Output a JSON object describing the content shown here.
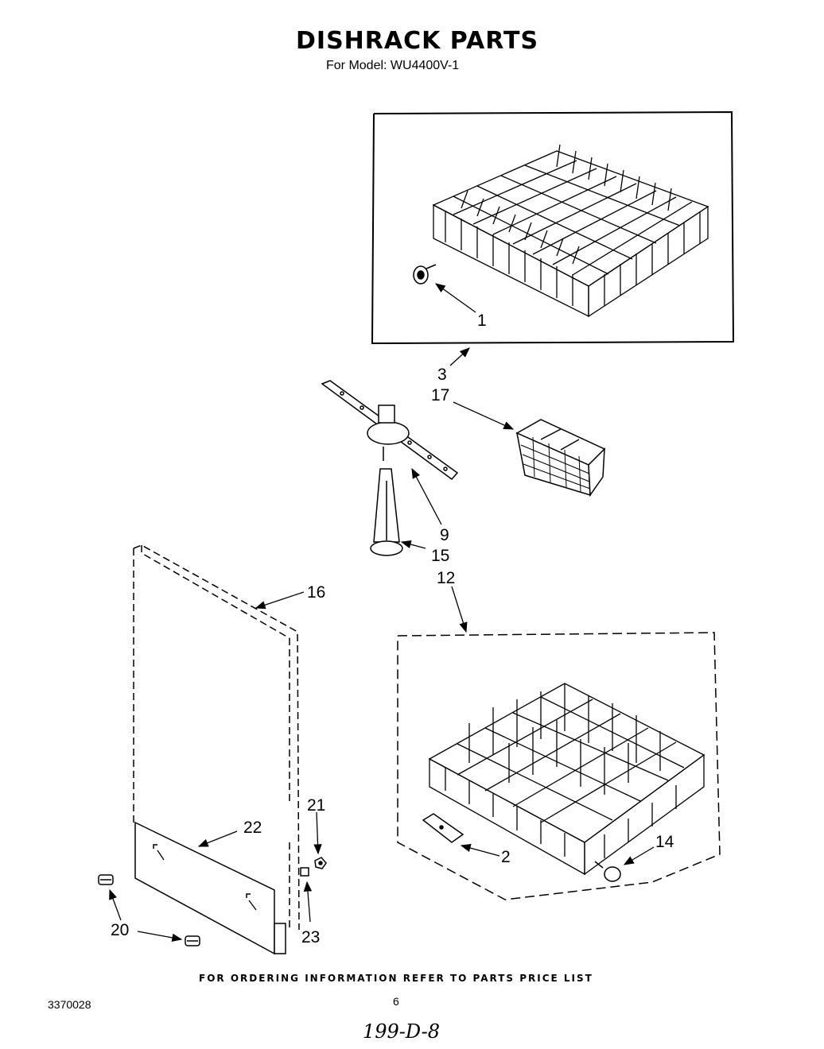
{
  "header": {
    "title": "DISHRACK PARTS",
    "subtitle": "For Model: WU4400V-1"
  },
  "callouts": {
    "c1": "1",
    "c2": "2",
    "c3": "3",
    "c9": "9",
    "c12": "12",
    "c14": "14",
    "c15": "15",
    "c16": "16",
    "c17": "17",
    "c20": "20",
    "c21": "21",
    "c22": "22",
    "c23": "23"
  },
  "footer": {
    "ordering_note": "FOR ORDERING INFORMATION REFER TO PARTS PRICE LIST",
    "doc_number": "3370028",
    "page_number": "6",
    "handwritten_note": "199-D-8"
  }
}
